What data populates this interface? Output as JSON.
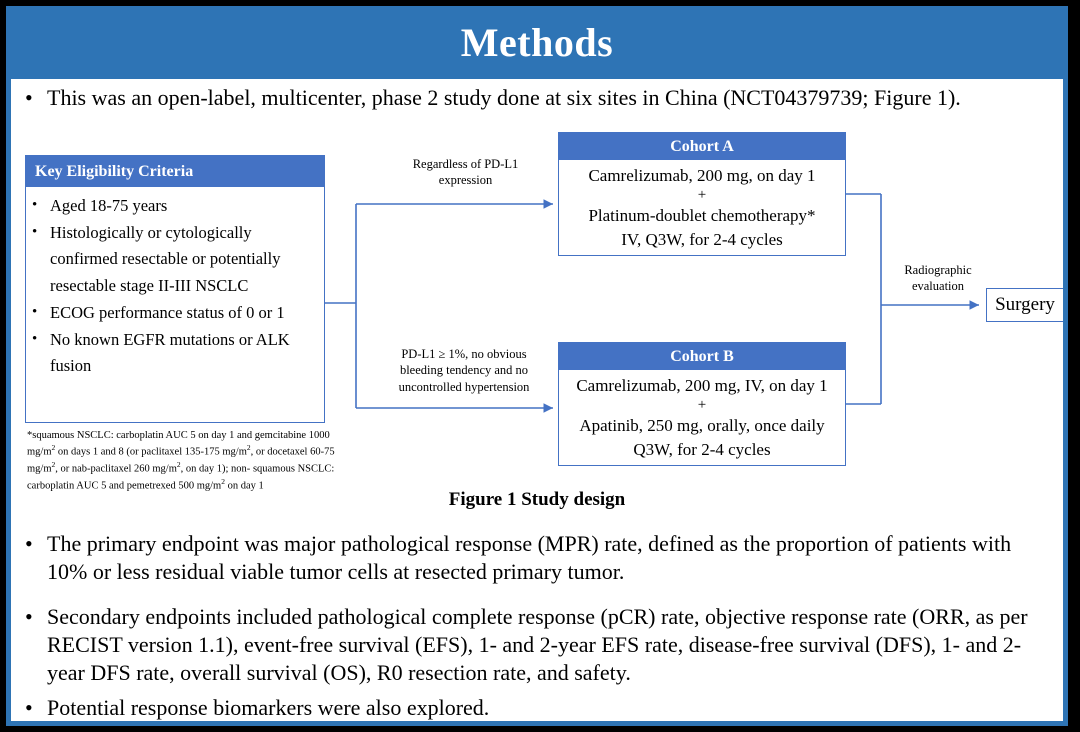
{
  "slide": {
    "title": "Methods",
    "accent_header": "#2E74B5",
    "accent_box": "#4472C4"
  },
  "intro": {
    "bullet": "•",
    "text": "This was an open-label, multicenter, phase 2 study done at six sites in China (NCT04379739; Figure 1)."
  },
  "figure": {
    "caption": "Figure 1 Study design",
    "eligibility": {
      "header": "Key  Eligibility Criteria",
      "bullet": "•",
      "items": [
        "Aged 18-75 years",
        "Histologically or cytologically confirmed resectable or potentially resectable stage II-III  NSCLC",
        "ECOG performance status of 0 or 1",
        "No known EGFR mutations or ALK fusion"
      ]
    },
    "footnote": {
      "line1_a": "*squamous NSCLC: carboplatin AUC 5 on day 1 and gemcitabine 1000 mg/m",
      "line1_sup": "2",
      "line1_b": " on days 1 and 8 (or",
      "line2_a": "paclitaxel 135-175 mg/m",
      "line2_sup1": "2",
      "line2_b": ", or docetaxel 60-75 mg/m",
      "line2_sup2": "2",
      "line2_c": ", or nab-paclitaxel 260 mg/m",
      "line2_sup3": "2",
      "line2_d": ", on day 1); non-",
      "line3_a": "squamous NSCLC: carboplatin AUC 5 and pemetrexed 500 mg/m",
      "line3_sup": "2",
      "line3_b": " on day 1"
    },
    "cohort_a": {
      "header": "Cohort A",
      "line1": "Camrelizumab, 200 mg, on day 1",
      "plus": "+",
      "line2": "Platinum-doublet chemotherapy*",
      "line3": "IV, Q3W, for 2-4 cycles"
    },
    "cohort_b": {
      "header": "Cohort B",
      "line1": "Camrelizumab, 200 mg, IV, on day 1",
      "plus": "+",
      "line2": "Apatinib, 250 mg, orally, once daily",
      "line3": "Q3W, for 2-4 cycles"
    },
    "labels": {
      "regardless_line1": "Regardless  of PD-L1",
      "regardless_line2": "expression",
      "pdl1_line1": "PD-L1 ≥ 1%, no obvious",
      "pdl1_line2": "bleeding tendency  and no",
      "pdl1_line3": "uncontrolled  hypertension",
      "radiographic_line1": "Radiographic",
      "radiographic_line2": "evaluation"
    },
    "surgery": "Surgery"
  },
  "endpoints": {
    "bullet": "•",
    "primary": "The primary endpoint was major pathological response (MPR) rate, defined as the proportion of patients with 10% or less residual viable tumor cells at resected primary tumor.",
    "secondary": "Secondary endpoints included pathological complete response (pCR) rate, objective response rate (ORR, as per RECIST version 1.1), event-free survival (EFS), 1- and 2-year EFS rate, disease-free survival (DFS), 1- and 2-year DFS rate, overall survival (OS), R0 resection rate, and safety.",
    "biomarkers": "Potential response biomarkers were also explored."
  }
}
